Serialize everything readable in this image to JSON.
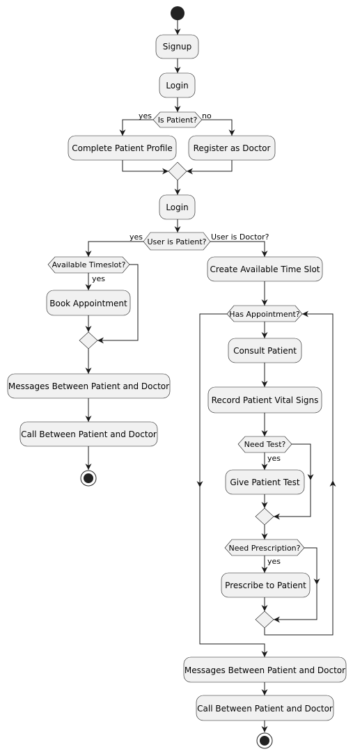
{
  "diagram": {
    "activities": {
      "signup": "Signup",
      "login_1": "Login",
      "complete_patient_profile": "Complete Patient Profile",
      "register_as_doctor": "Register as Doctor",
      "login_2": "Login",
      "book_appointment": "Book Appointment",
      "messages_patient_branch": "Messages Between Patient and Doctor",
      "call_patient_branch": "Call Between Patient and Doctor",
      "create_available_time_slot": "Create Available Time Slot",
      "consult_patient": "Consult Patient",
      "record_patient_vital_signs": "Record Patient Vital Signs",
      "give_patient_test": "Give Patient Test",
      "prescribe_to_patient": "Prescribe to Patient",
      "messages_doctor_branch": "Messages Between Patient and Doctor",
      "call_doctor_branch": "Call Between Patient and Doctor"
    },
    "decisions": {
      "is_patient": "Is Patient?",
      "user_is_patient": "User is Patient?",
      "available_timeslot": "Available Timeslot?",
      "has_appointment": "Has Appointment?",
      "need_test": "Need Test?",
      "need_prescription": "Need Prescription?"
    },
    "edge_labels": {
      "is_patient_yes": "yes",
      "is_patient_no": "no",
      "user_is_patient_yes": "yes",
      "user_is_doctor": "User is Doctor?",
      "available_timeslot_yes": "yes",
      "need_test_yes": "yes",
      "need_prescription_yes": "yes"
    }
  }
}
